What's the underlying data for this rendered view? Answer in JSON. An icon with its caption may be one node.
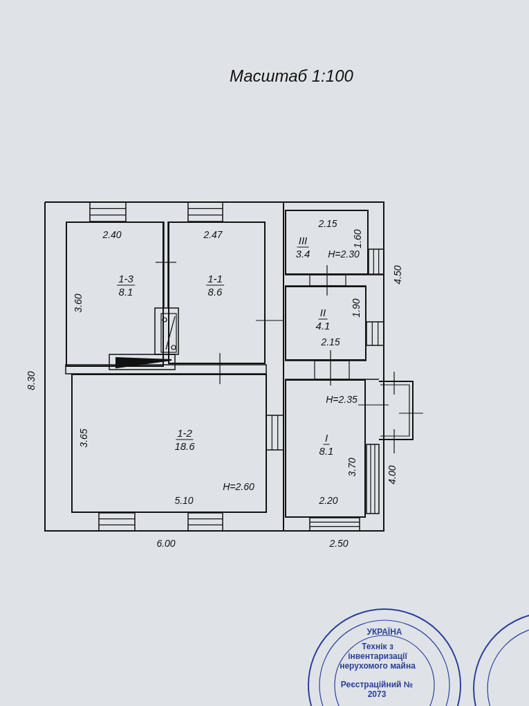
{
  "diagram": {
    "title": "Масштаб 1:100",
    "nodes": [
      {
        "text": [
          "1-3",
          "8.1"
        ]
      },
      {
        "text": [
          "1-1",
          "8.6"
        ]
      },
      {
        "text": [
          "1-2",
          "18.6"
        ]
      },
      {
        "text": [
          "III",
          "3.4"
        ]
      },
      {
        "text": [
          "II",
          "4.1"
        ]
      },
      {
        "text": [
          "I",
          "8.1"
        ]
      }
    ],
    "labels": [
      "2.40",
      "2.47",
      "2.15",
      "1.60",
      "H=2.30",
      "4.50",
      "3.60",
      "1.90",
      "2.15",
      "8.30",
      "H=2.35",
      "3.65",
      "3.70",
      "4.00",
      "H=2.60",
      "5.10",
      "2.20",
      "6.00",
      "2.50",
      "УКРАЇНА",
      "Технік з інвентаризації нерухомого майна",
      "Реєстраційний № 2073"
    ]
  }
}
